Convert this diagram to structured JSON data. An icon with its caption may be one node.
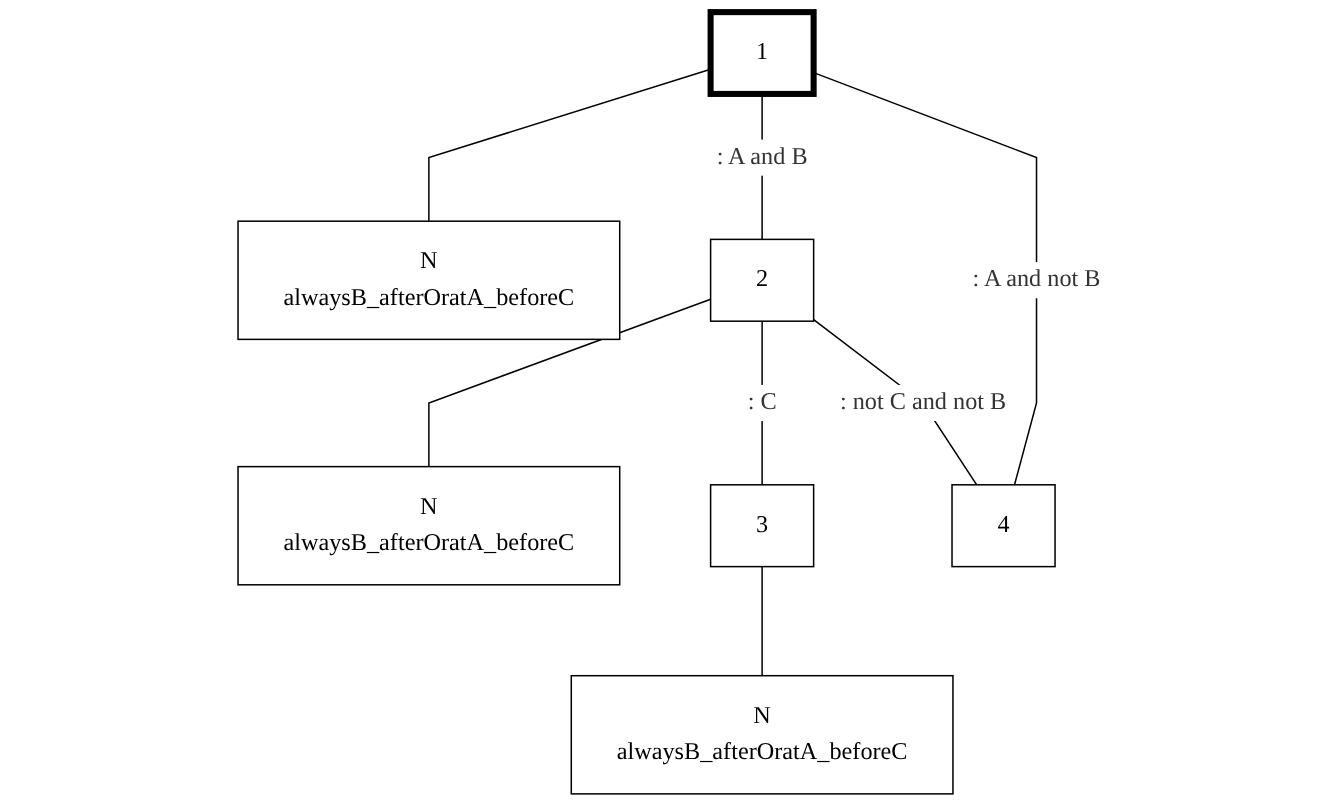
{
  "diagram": {
    "nodes": [
      {
        "text": [
          "1"
        ]
      },
      {
        "text": [
          "N",
          "alwaysB_afterOratA_beforeC"
        ]
      },
      {
        "text": [
          "2"
        ]
      },
      {
        "text": [
          "N",
          "alwaysB_afterOratA_beforeC"
        ]
      },
      {
        "text": [
          "3"
        ]
      },
      {
        "text": [
          "N",
          "alwaysB_afterOratA_beforeC"
        ]
      },
      {
        "text": [
          "4"
        ]
      }
    ],
    "edges": [
      {
        "from": 0,
        "to": 1,
        "arrow": "none"
      },
      {
        "from": 0,
        "to": 2,
        "arrow": "none",
        "label": ": A and B"
      },
      {
        "from": 0,
        "to": 6,
        "arrow": "none",
        "label": ": A and not B"
      },
      {
        "from": 2,
        "to": 3,
        "arrow": "none"
      },
      {
        "from": 2,
        "to": 4,
        "arrow": "none",
        "label": ": C"
      },
      {
        "from": 2,
        "to": 6,
        "arrow": "none",
        "label": ": not C and not B"
      },
      {
        "from": 4,
        "to": 5,
        "arrow": "none"
      }
    ]
  }
}
